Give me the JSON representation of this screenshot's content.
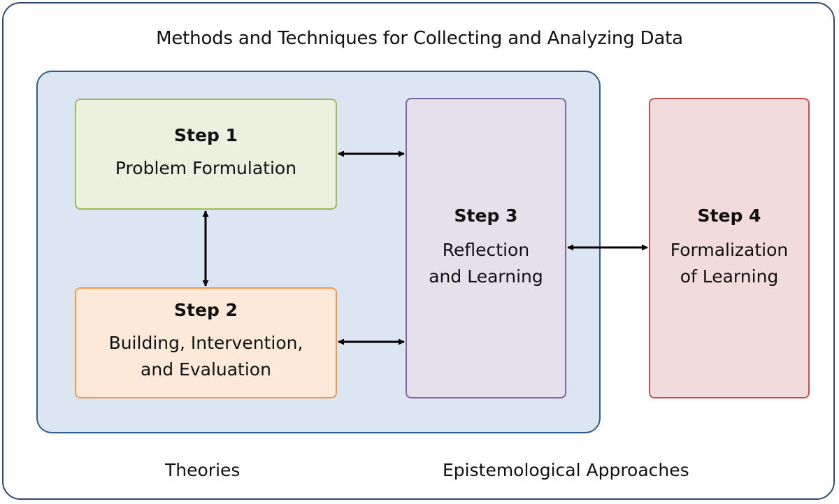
{
  "heading": "Methods and Techniques for Collecting and Analyzing Data",
  "steps": [
    {
      "title": "Step 1",
      "lines": [
        "Problem Formulation"
      ],
      "fill": "#ebf1de",
      "border": "#9bbb59"
    },
    {
      "title": "Step 2",
      "lines": [
        "Building, Intervention,",
        "and Evaluation"
      ],
      "fill": "#fde9d9",
      "border": "#f79646"
    },
    {
      "title": "Step 3",
      "lines": [
        "Reflection",
        "and Learning"
      ],
      "fill": "#e5e0ec",
      "border": "#8064a2"
    },
    {
      "title": "Step 4",
      "lines": [
        "Formalization",
        "of Learning"
      ],
      "fill": "#f2dcdb",
      "border": "#c0504d"
    }
  ],
  "connections": [
    {
      "from": "Step 1",
      "to": "Step 3",
      "direction": "bidirectional"
    },
    {
      "from": "Step 1",
      "to": "Step 2",
      "direction": "bidirectional"
    },
    {
      "from": "Step 2",
      "to": "Step 3",
      "direction": "bidirectional"
    },
    {
      "from": "Step 3",
      "to": "Step 4",
      "direction": "bidirectional"
    }
  ],
  "footer": {
    "left": "Theories",
    "right": "Epistemological Approaches"
  },
  "colors": {
    "outer_border": "#2e4a6e",
    "panel_fill": "#dce6f2",
    "panel_border": "#2e5d8c",
    "arrow": "#000000"
  }
}
